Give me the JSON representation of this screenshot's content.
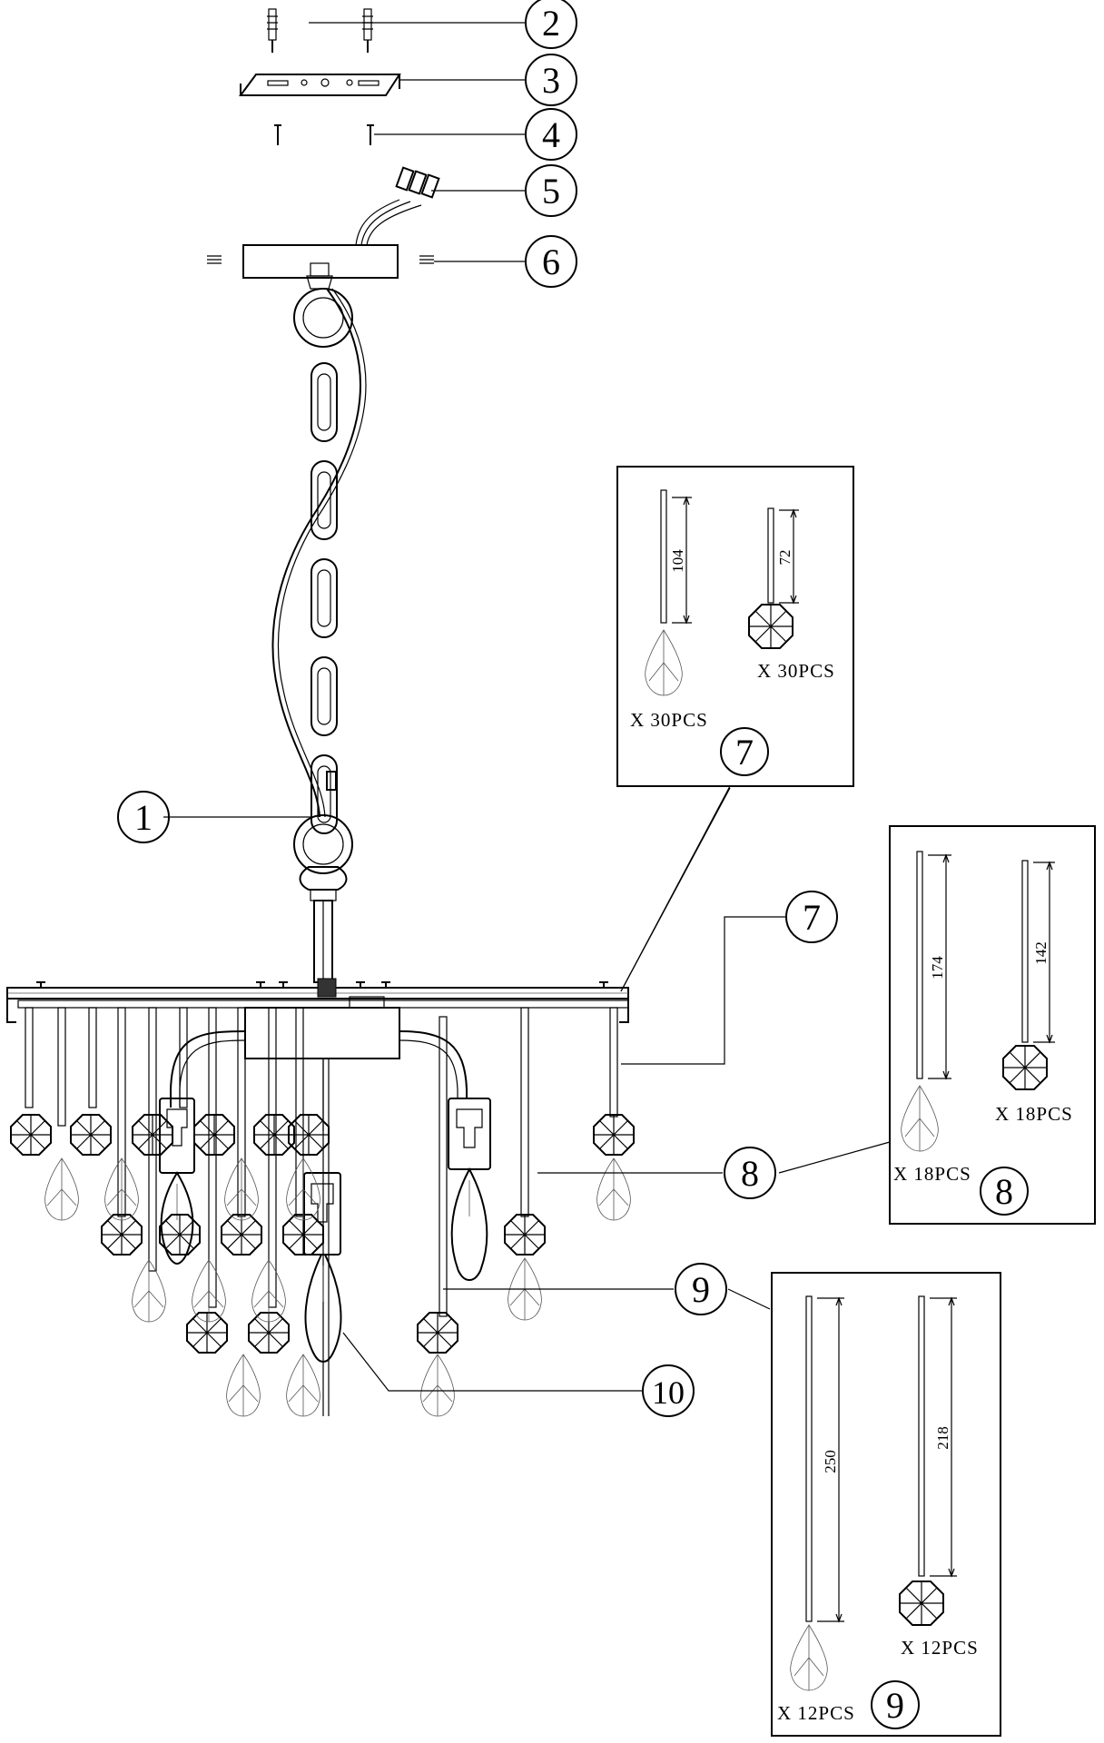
{
  "callouts": [
    "1",
    "2",
    "3",
    "4",
    "5",
    "6",
    "7",
    "7",
    "8",
    "9",
    "10"
  ],
  "detail_7": {
    "number": "7",
    "rod_long_dim": "104",
    "rod_short_dim": "72",
    "qty_teardrop": "X  30PCS",
    "qty_octagon": "X  30PCS"
  },
  "detail_8": {
    "number": "8",
    "rod_long_dim": "174",
    "rod_short_dim": "142",
    "qty_teardrop": "X  18PCS",
    "qty_octagon": "X  18PCS"
  },
  "detail_9": {
    "number": "9",
    "rod_long_dim": "250",
    "rod_short_dim": "218",
    "qty_teardrop": "X  12PCS",
    "qty_octagon": "X  12PCS"
  }
}
